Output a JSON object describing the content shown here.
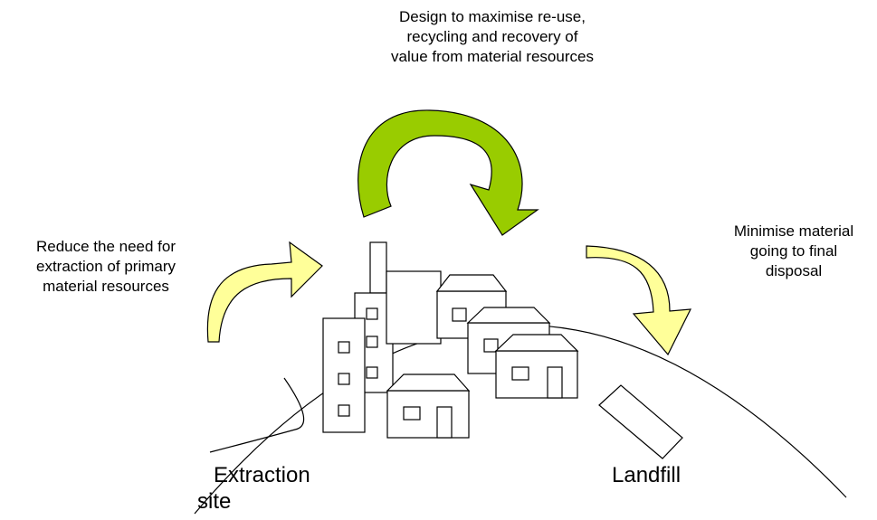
{
  "labels": {
    "top": [
      "Design to maximise re-use,",
      "recycling and recovery of",
      "value from material resources"
    ],
    "left": [
      "Reduce the need for",
      "extraction of primary",
      "material resources"
    ],
    "right": [
      "Minimise material",
      "going to final",
      "disposal"
    ],
    "extraction": [
      "Extraction",
      "site"
    ],
    "landfill": "Landfill"
  },
  "colors": {
    "cycle_arrow": "#99cc00",
    "side_arrows": "#ffff99",
    "outline": "#000000"
  }
}
